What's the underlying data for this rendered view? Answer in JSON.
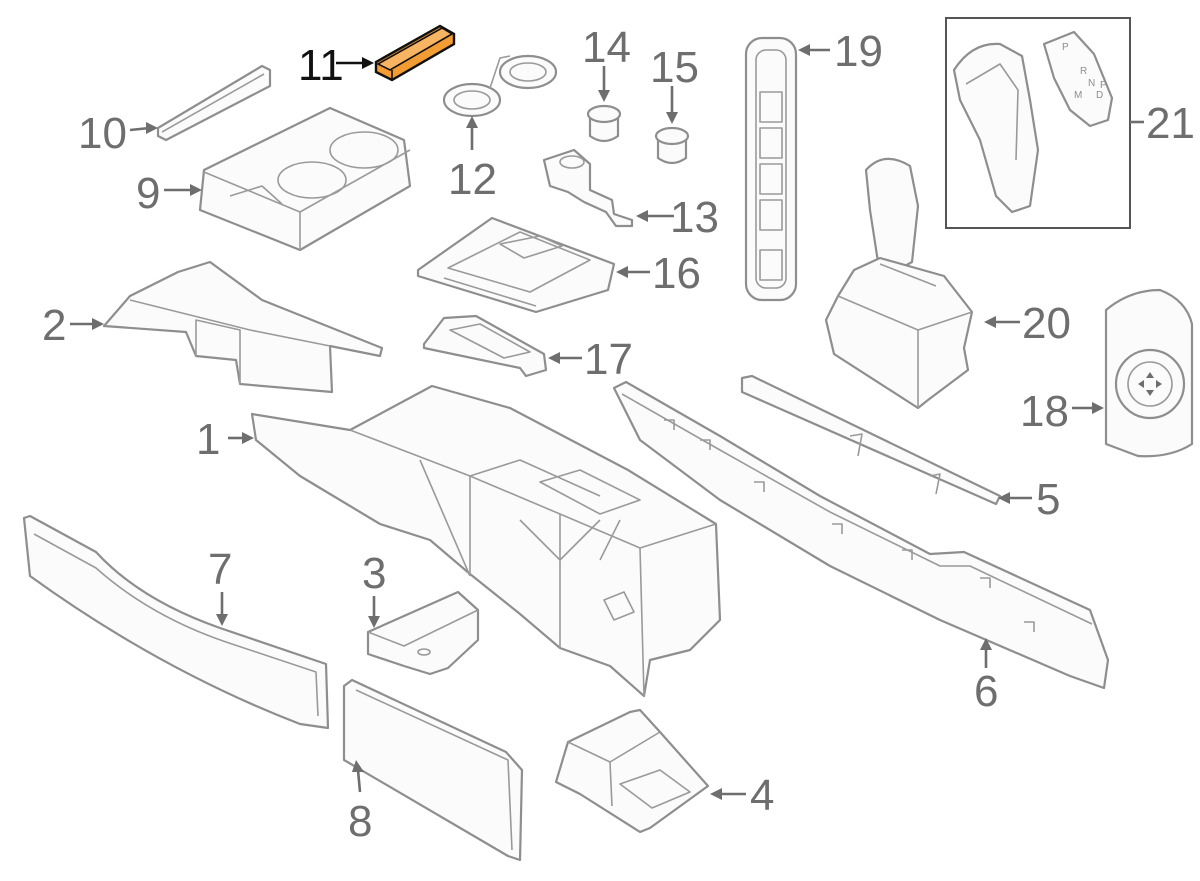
{
  "diagram": {
    "colors": {
      "line": "#8e8e8e",
      "callout": "#6e6e6e",
      "highlight": "#f39c34",
      "highlight_text": "#111111",
      "background": "#ffffff"
    },
    "highlighted_part": "11",
    "callouts": {
      "p1": "1",
      "p2": "2",
      "p3": "3",
      "p4": "4",
      "p5": "5",
      "p6": "6",
      "p7": "7",
      "p8": "8",
      "p9": "9",
      "p10": "10",
      "p11": "11",
      "p12": "12",
      "p13": "13",
      "p14": "14",
      "p15": "15",
      "p16": "16",
      "p17": "17",
      "p18": "18",
      "p19": "19",
      "p20": "20",
      "p21": "21"
    },
    "shift_labels": {
      "park": "P",
      "r": "R",
      "n": "N",
      "d": "D",
      "m": "M",
      "p2": "P"
    }
  }
}
